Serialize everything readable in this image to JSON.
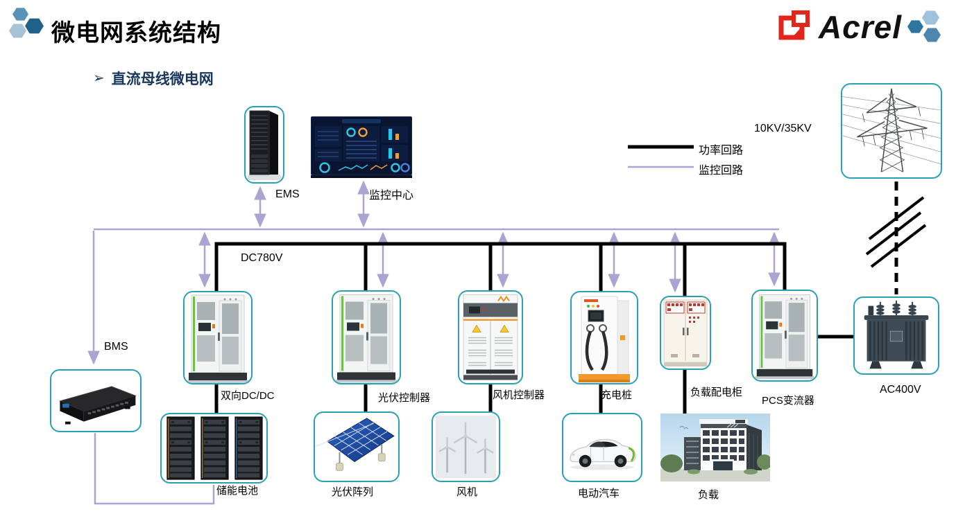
{
  "header": {
    "title": "微电网系统结构",
    "brand": "Acrel"
  },
  "subtitle": {
    "marker": "➢",
    "text": "直流母线微电网"
  },
  "legend": {
    "power": "功率回路",
    "monitor": "监控回路"
  },
  "annotations": {
    "grid_voltage": "10KV/35KV",
    "dc_bus": "DC780V"
  },
  "nodes": {
    "ems": "EMS",
    "monitor_center": "监控中心",
    "bms": "BMS",
    "bidirectional_dcdc": "双向DC/DC",
    "pv_controller": "光伏控制器",
    "wind_controller": "风机控制器",
    "ev_charger": "充电桩",
    "load_cabinet": "负载配电柜",
    "pcs": "PCS变流器",
    "transformer_ac": "AC400V",
    "battery": "储能电池",
    "pv_array": "光伏阵列",
    "wind_turbine": "风机",
    "ev": "电动汽车",
    "load": "负载"
  },
  "icons": {
    "brand_mark": "acrel-red-square",
    "header_mark": "hexagon-cluster",
    "subtitle_marker": "arrowhead-right"
  },
  "colors": {
    "teal_border": "#2aa0b5",
    "monitor_line": "#aba3d2",
    "power_line": "#000000",
    "accent_navy": "#17375d",
    "brand_red": "#e2261c"
  }
}
